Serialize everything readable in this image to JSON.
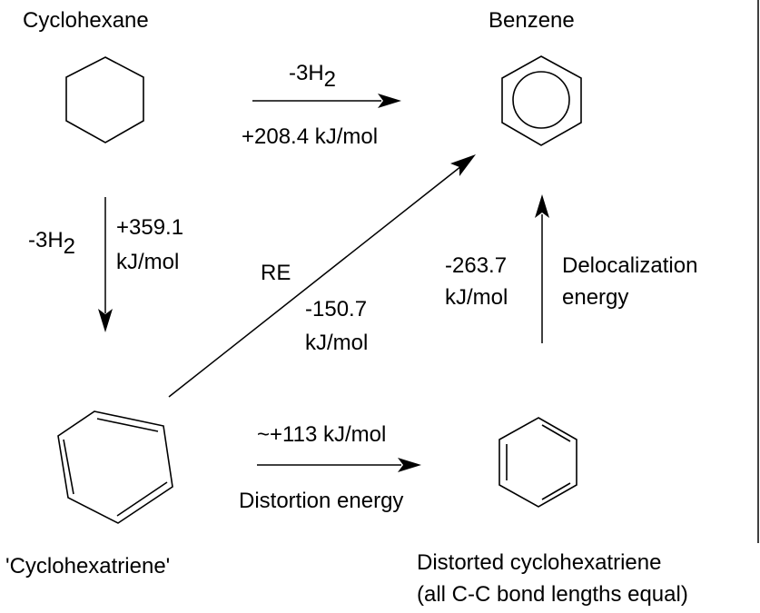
{
  "labels": {
    "cyclohexane": "Cyclohexane",
    "benzene": "Benzene",
    "cyclohexatriene": "'Cyclohexatriene'",
    "distorted_line1": "Distorted cyclohexatriene",
    "distorted_line2": "(all C-C bond lengths equal)"
  },
  "reactions": {
    "top": {
      "reagent_prefix": "-3H",
      "reagent_subscript": "2",
      "energy": "+208.4 kJ/mol"
    },
    "left": {
      "reagent_prefix": "-3H",
      "reagent_subscript": "2",
      "energy_line1": "+359.1",
      "energy_line2": "kJ/mol"
    },
    "diagonal": {
      "label": "RE",
      "energy_line1": "-150.7",
      "energy_line2": "kJ/mol"
    },
    "bottom": {
      "energy": "~+113 kJ/mol",
      "label": "Distortion energy"
    },
    "right": {
      "energy_line1": "-263.7",
      "energy_line2": "kJ/mol",
      "label_line1": "Delocalization",
      "label_line2": "energy"
    }
  },
  "colors": {
    "ink": "#000000",
    "background": "#ffffff"
  }
}
